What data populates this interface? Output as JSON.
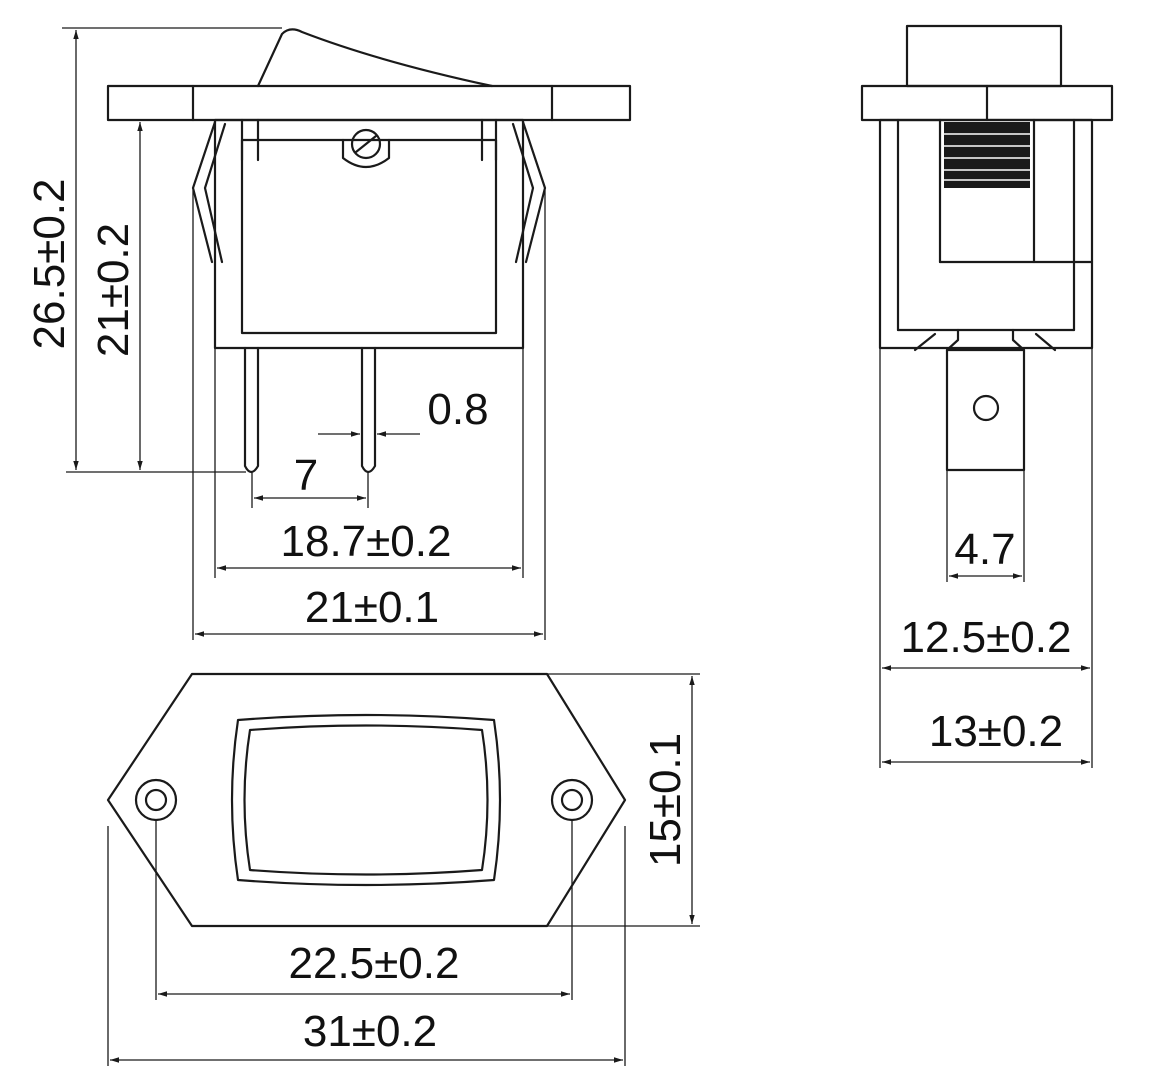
{
  "dimensions": {
    "total_height": "26.5±0.2",
    "body_height": "21±0.2",
    "terminal_thickness": "0.8",
    "terminal_pitch": "7",
    "inner_width": "18.7±0.2",
    "outer_width": "21±0.1",
    "tab_width": "4.7",
    "side_inner_width": "12.5±0.2",
    "side_outer_width": "13±0.2",
    "flange_height": "15±0.1",
    "hole_spacing": "22.5±0.2",
    "flange_width": "31±0.2"
  },
  "colors": {
    "line": "#1a1a1a",
    "background": "#ffffff"
  },
  "icons": {
    "arrow": "arrowhead",
    "screw": "screw-icon",
    "mounting_hole": "mounting-hole-icon"
  }
}
